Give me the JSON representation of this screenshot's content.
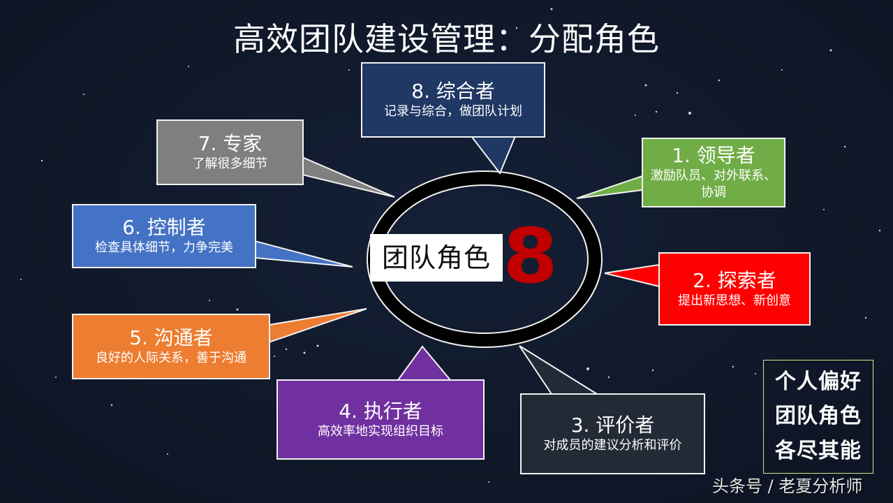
{
  "title": "高效团队建设管理：分配角色",
  "center": {
    "label": "团队角色",
    "number": "8",
    "number_color": "#c00000"
  },
  "roles": [
    {
      "heading": "1. 领导者",
      "desc": "激励队员、对外联系、协调",
      "color": "#70ad47"
    },
    {
      "heading": "2. 探索者",
      "desc": "提出新思想、新创意",
      "color": "#ff0000"
    },
    {
      "heading": "3. 评价者",
      "desc": "对成员的建议分析和评价",
      "color": "#222a35"
    },
    {
      "heading": "4. 执行者",
      "desc": "高效率地实现组织目标",
      "color": "#7030a0"
    },
    {
      "heading": "5. 沟通者",
      "desc": "良好的人际关系，善于沟通",
      "color": "#ed7d31"
    },
    {
      "heading": "6. 控制者",
      "desc": "检查具体细节，力争完美",
      "color": "#4472c4"
    },
    {
      "heading": "7. 专家",
      "desc": "了解很多细节",
      "color": "#7f7f7f"
    },
    {
      "heading": "8. 综合者",
      "desc": "记录与综合，做团队计划",
      "color": "#1f3864"
    }
  ],
  "summary": {
    "lines": [
      "个人偏好",
      "团队角色",
      "各尽其能"
    ],
    "border_color": "#d4e88a"
  },
  "watermark": "头条号 / 老夏分析师",
  "colors": {
    "background": "#111827",
    "border": "#f2f2f2"
  }
}
